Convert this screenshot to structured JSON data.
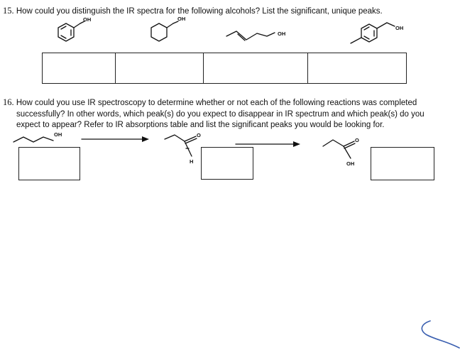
{
  "q15": {
    "number": "15.",
    "text": "How could you distinguish the IR spectra for the following alcohols? List the significant, unique peaks.",
    "molecules": [
      {
        "icon": "benzyl-alcohol-structure",
        "label": "OH"
      },
      {
        "icon": "cyclohexylmethanol-structure",
        "label": "OH"
      },
      {
        "icon": "allylic-alcohol-structure",
        "label": "OH"
      },
      {
        "icon": "p-methylbenzyl-alcohol-structure",
        "label": "OH"
      }
    ]
  },
  "q16": {
    "number": "16.",
    "line1": "How could you use IR spectroscopy to determine whether or not each of the following reactions was completed",
    "line2": "successfully? In other words, which peak(s) do you expect to disappear in IR spectrum and which peak(s) do you",
    "line3": "expect to appear? Refer to IR absorptions table and list the significant peaks you would be looking for.",
    "molecules": [
      {
        "icon": "propanol-structure",
        "label": "OH"
      },
      {
        "icon": "aldehyde-structure",
        "labels": [
          "O",
          "H"
        ]
      },
      {
        "icon": "carboxylic-acid-structure",
        "labels": [
          "O",
          "OH"
        ]
      }
    ]
  }
}
